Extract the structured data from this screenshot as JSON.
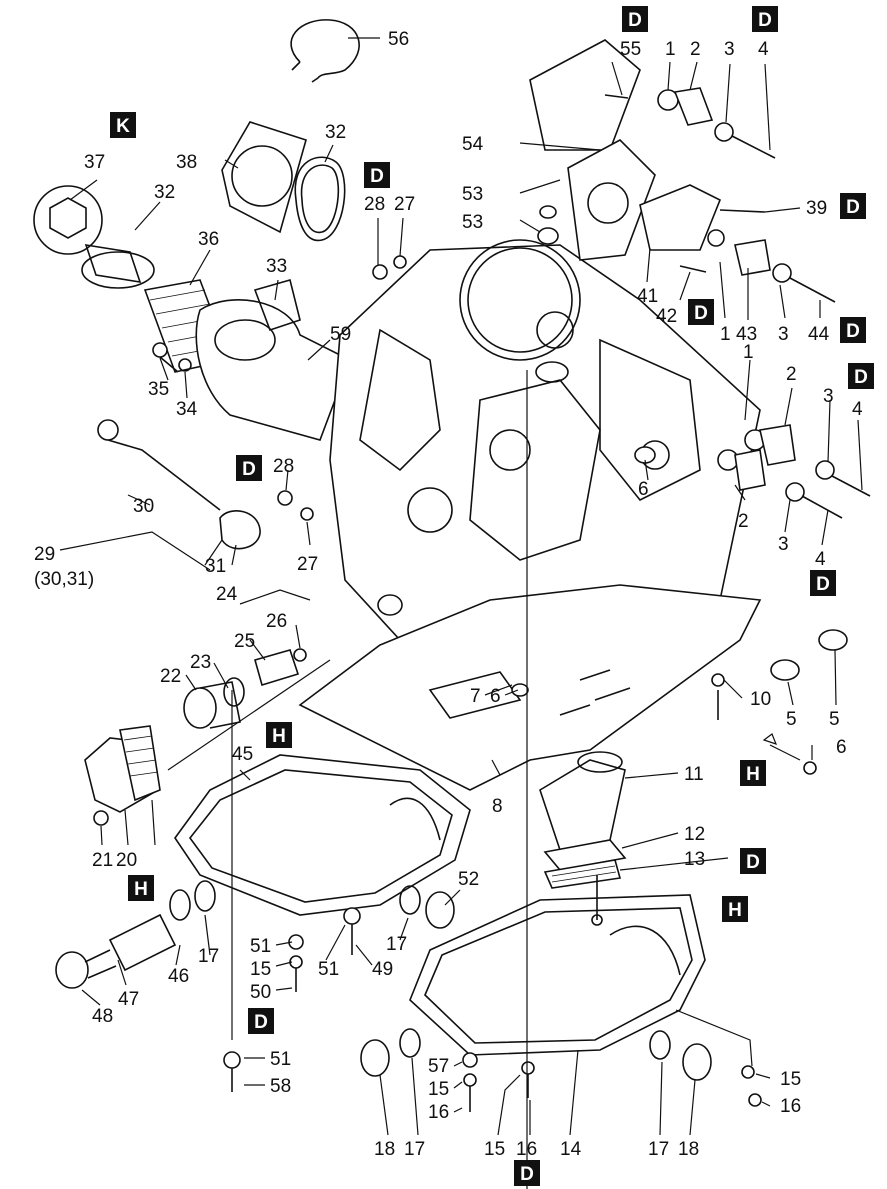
{
  "callouts": [
    "56",
    "55",
    "1",
    "2",
    "3",
    "4",
    "32",
    "38",
    "37",
    "32",
    "28",
    "27",
    "54",
    "53",
    "53",
    "39",
    "36",
    "33",
    "41",
    "42",
    "1",
    "43",
    "3",
    "44",
    "59",
    "35",
    "34",
    "1",
    "2",
    "3",
    "4",
    "6",
    "28",
    "30",
    "2",
    "3",
    "4",
    "29",
    "(30,31)",
    "31",
    "27",
    "24",
    "26",
    "25",
    "23",
    "22",
    "7",
    "6",
    "10",
    "5",
    "5",
    "6",
    "45",
    "11",
    "8",
    "12",
    "13",
    "21",
    "20",
    "52",
    "51",
    "15",
    "50",
    "51",
    "49",
    "17",
    "46",
    "17",
    "47",
    "48",
    "51",
    "58",
    "57",
    "15",
    "16",
    "15",
    "16",
    "14",
    "17",
    "18",
    "18",
    "17",
    "15",
    "16"
  ],
  "section_markers": [
    "D",
    "D",
    "K",
    "D",
    "D",
    "D",
    "D",
    "D",
    "D",
    "D",
    "H",
    "H",
    "H",
    "D",
    "H",
    "D",
    "D"
  ],
  "colors": {
    "line": "#111111",
    "marker_fill": "#111111",
    "marker_text": "#ffffff",
    "background": "#ffffff"
  }
}
